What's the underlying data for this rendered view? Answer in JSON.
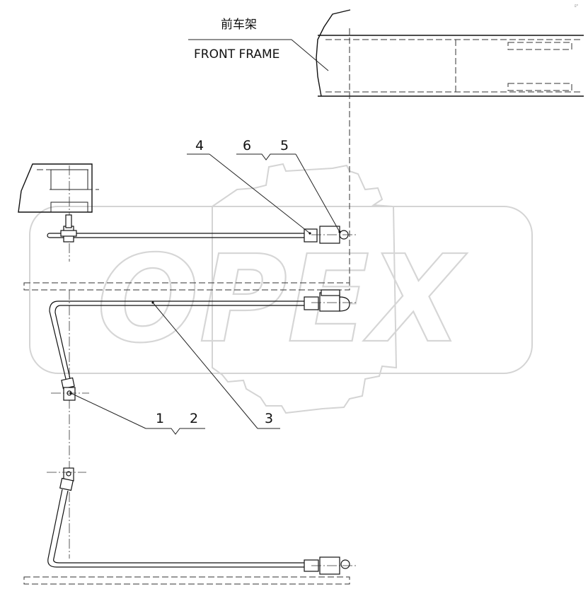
{
  "labels": {
    "front_frame_cn": "前车架",
    "front_frame_en": "FRONT FRAME",
    "part_1": "1",
    "part_2": "2",
    "part_3": "3",
    "part_4": "4",
    "part_5": "5",
    "part_6": "6"
  },
  "watermark": {
    "text": "OPEX"
  },
  "corner_mark": "ﾛ°"
}
